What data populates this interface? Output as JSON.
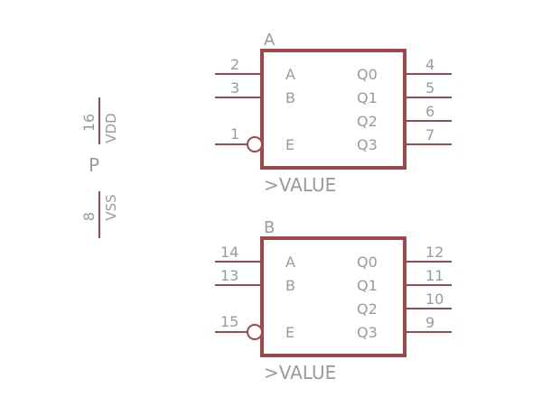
{
  "colors": {
    "body": "#a0474c",
    "text": "#9a9a9a",
    "background": "#ffffff"
  },
  "power": {
    "name": "P",
    "vdd_label": "VDD",
    "vdd_pin": "16",
    "vss_label": "VSS",
    "vss_pin": "8"
  },
  "gates": [
    {
      "name": "A",
      "value_label": ">VALUE",
      "inputs": [
        {
          "pin": "2",
          "label": "A",
          "inverted": false
        },
        {
          "pin": "3",
          "label": "B",
          "inverted": false
        },
        {
          "pin": "1",
          "label": "E",
          "inverted": true
        }
      ],
      "outputs": [
        {
          "pin": "4",
          "label": "Q0"
        },
        {
          "pin": "5",
          "label": "Q1"
        },
        {
          "pin": "6",
          "label": "Q2"
        },
        {
          "pin": "7",
          "label": "Q3"
        }
      ]
    },
    {
      "name": "B",
      "value_label": ">VALUE",
      "inputs": [
        {
          "pin": "14",
          "label": "A",
          "inverted": false
        },
        {
          "pin": "13",
          "label": "B",
          "inverted": false
        },
        {
          "pin": "15",
          "label": "E",
          "inverted": true
        }
      ],
      "outputs": [
        {
          "pin": "12",
          "label": "Q0"
        },
        {
          "pin": "11",
          "label": "Q1"
        },
        {
          "pin": "10",
          "label": "Q2"
        },
        {
          "pin": "9",
          "label": "Q3"
        }
      ]
    }
  ]
}
